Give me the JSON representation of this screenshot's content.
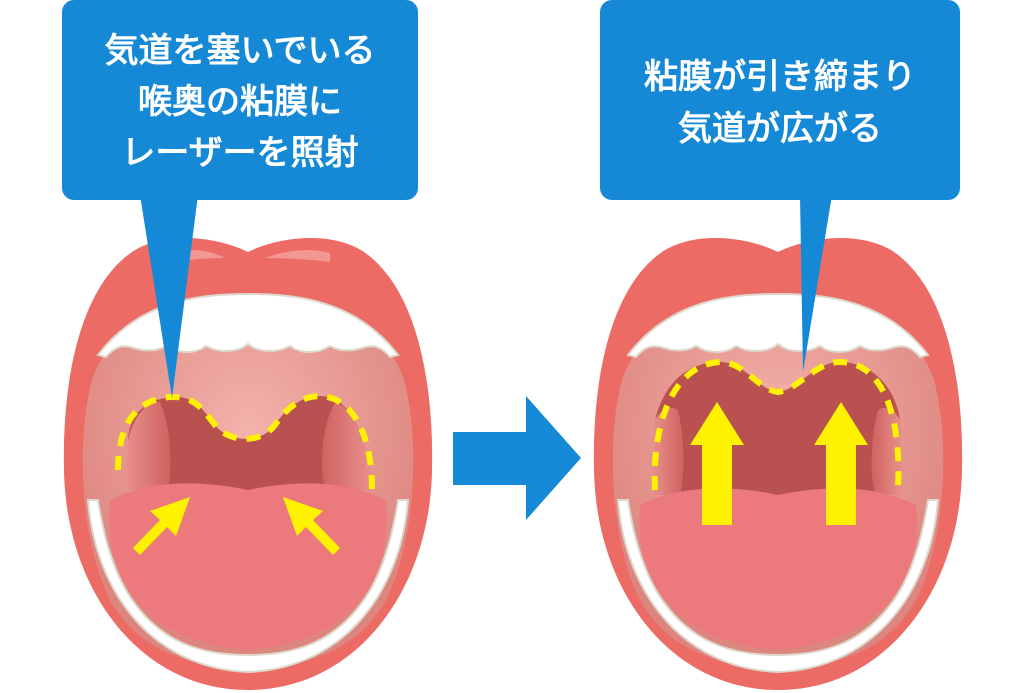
{
  "before": {
    "caption_lines": [
      "気道を塞いでいる",
      "喉奥の粘膜に",
      "レーザーを照射"
    ]
  },
  "after": {
    "caption_lines": [
      "粘膜が引き締まり",
      "気道が広がる"
    ]
  },
  "colors": {
    "bubble": "#1589d6",
    "lips": "#ec6b64",
    "palate": "#e8958f",
    "throat": "#b95150",
    "tongue": "#ec7a7c",
    "highlight": "#fff200",
    "arrow": "#1589d6"
  }
}
